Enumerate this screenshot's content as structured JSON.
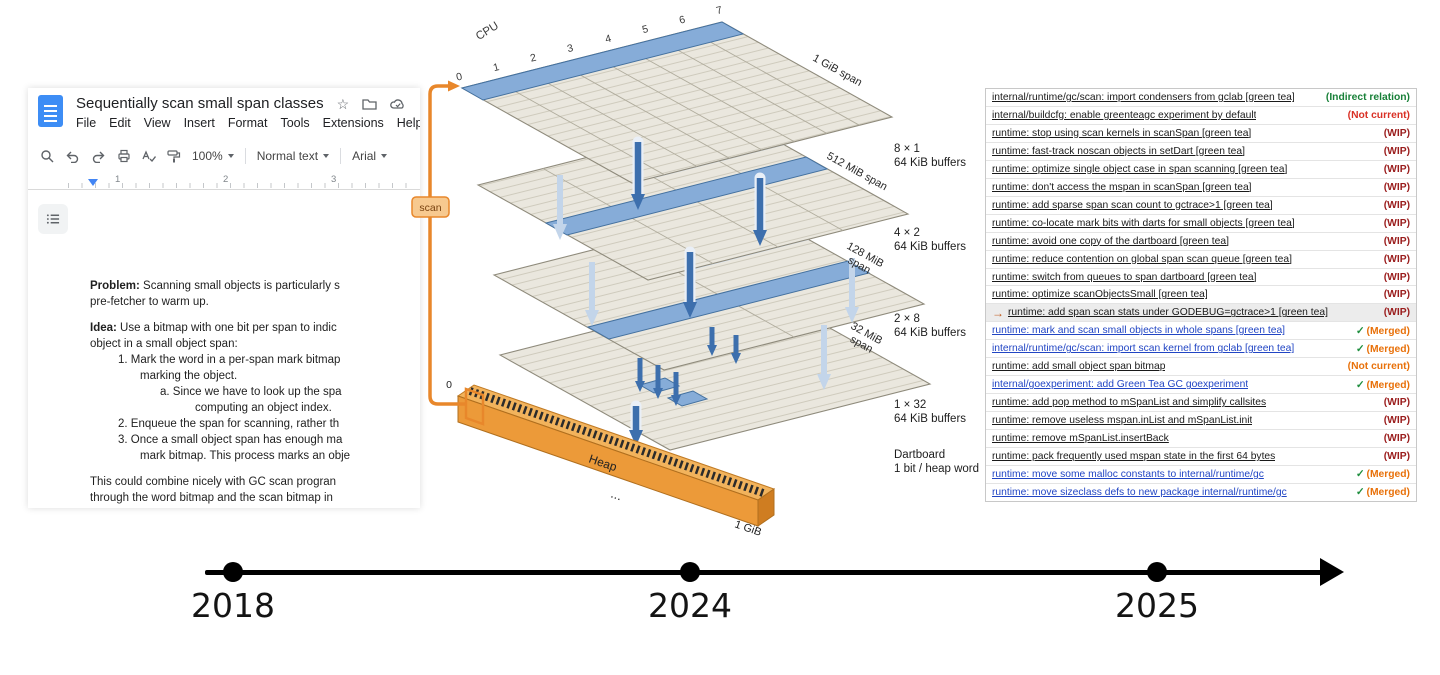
{
  "docs": {
    "doc_title": "Sequentially scan small span classes",
    "icons": {
      "star": "☆"
    },
    "menu": [
      "File",
      "Edit",
      "View",
      "Insert",
      "Format",
      "Tools",
      "Extensions",
      "Help"
    ],
    "toolbar": {
      "zoom": "100%",
      "style": "Normal text",
      "font": "Arial"
    },
    "ruler": [
      "1",
      "2",
      "3"
    ],
    "body": [
      {
        "b": "Problem:",
        "t": " Scanning small objects is particularly s",
        "i": 0
      },
      {
        "t": "pre-fetcher to warm up.",
        "i": 0
      },
      {
        "t": "",
        "i": 0
      },
      {
        "b": "Idea:",
        "t": " Use a bitmap with one bit per span to indic",
        "i": 0
      },
      {
        "t": "object in a small object span:",
        "i": 0
      },
      {
        "t": "1. Mark the word in a per-span mark bitmap",
        "i": 28
      },
      {
        "t": "marking the object.",
        "i": 50
      },
      {
        "t": "a. Since we have to look up the spa",
        "i": 70
      },
      {
        "t": "computing an object index.",
        "i": 105
      },
      {
        "t": "2. Enqueue the span for scanning, rather th",
        "i": 28
      },
      {
        "t": "3. Once a small object span has enough ma",
        "i": 28
      },
      {
        "t": "mark bitmap. This process marks an obje",
        "i": 50
      },
      {
        "t": "",
        "i": 0
      },
      {
        "t": "This could combine nicely with GC scan progran",
        "i": 0
      },
      {
        "t": "through the word bitmap and the scan bitmap in",
        "i": 0
      }
    ]
  },
  "diagram": {
    "cpu_label": "CPU",
    "cpu_numbers": [
      "0",
      "1",
      "2",
      "3",
      "4",
      "5",
      "6",
      "7"
    ],
    "planes": [
      {
        "span": "1 GiB span",
        "buf": "8 × 1",
        "buf2": "64 KiB buffers"
      },
      {
        "span": "512 MiB span",
        "buf": "4 × 2",
        "buf2": "64 KiB buffers"
      },
      {
        "span": "128 MiB",
        "span2": "span",
        "buf": "2 × 8",
        "buf2": "64 KiB buffers"
      },
      {
        "span": "32 MiB",
        "span2": "span",
        "buf": "1 × 32",
        "buf2": "64 KiB buffers"
      }
    ],
    "scan_label": "scan",
    "heap_label": "Heap",
    "heap_start_label": "0",
    "heap_end_label": "1 GiB",
    "ellipsis": "...",
    "dartboard_label": "Dartboard",
    "dartboard_sub": "1 bit / heap word",
    "colors": {
      "orange": "#e8872b",
      "blue": "#3d6fad",
      "light_blue": "#c3d5ea",
      "plane": "#eae7de"
    }
  },
  "commits": {
    "check": "✓",
    "arrow_glyph": "→",
    "rows": [
      {
        "title": "internal/runtime/gc/scan: import condensers from gclab [green tea]",
        "status": "(Indirect relation)",
        "type": "indirect"
      },
      {
        "title": "internal/buildcfg: enable greenteagc experiment by default",
        "status": "(Not current)",
        "type": "notcurrent"
      },
      {
        "title": "runtime: stop using scan kernels in scanSpan [green tea]",
        "status": "(WIP)",
        "type": "wip"
      },
      {
        "title": "runtime: fast-track noscan objects in setDart [green tea]",
        "status": "(WIP)",
        "type": "wip"
      },
      {
        "title": "runtime: optimize single object case in span scanning [green tea]",
        "status": "(WIP)",
        "type": "wip"
      },
      {
        "title": "runtime: don't access the mspan in scanSpan [green tea]",
        "status": "(WIP)",
        "type": "wip"
      },
      {
        "title": "runtime: add sparse span scan count to gctrace>1 [green tea]",
        "status": "(WIP)",
        "type": "wip"
      },
      {
        "title": "runtime: co-locate mark bits with darts for small objects [green tea]",
        "status": "(WIP)",
        "type": "wip"
      },
      {
        "title": "runtime: avoid one copy of the dartboard [green tea]",
        "status": "(WIP)",
        "type": "wip"
      },
      {
        "title": "runtime: reduce contention on global span scan queue [green tea]",
        "status": "(WIP)",
        "type": "wip"
      },
      {
        "title": "runtime: switch from queues to span dartboard [green tea]",
        "status": "(WIP)",
        "type": "wip"
      },
      {
        "title": "runtime: optimize scanObjectsSmall [green tea]",
        "status": "(WIP)",
        "type": "wip"
      },
      {
        "title": "runtime: add span scan stats under GODEBUG=gctrace>1 [green tea]",
        "status": "(WIP)",
        "type": "wip",
        "arrow": true,
        "highlight": true
      },
      {
        "title": "runtime: mark and scan small objects in whole spans [green tea]",
        "status": "(Merged)",
        "type": "merged",
        "blue": true
      },
      {
        "title": "internal/runtime/gc/scan: import scan kernel from gclab [green tea]",
        "status": "(Merged)",
        "type": "merged",
        "blue": true
      },
      {
        "title": "runtime: add small object span bitmap",
        "status": "(Not current)",
        "type": "notcurrent2"
      },
      {
        "title": "internal/goexperiment: add Green Tea GC goexperiment",
        "status": "(Merged)",
        "type": "merged",
        "blue": true
      },
      {
        "title": "runtime: add pop method to mSpanList and simplify callsites",
        "status": "(WIP)",
        "type": "wip"
      },
      {
        "title": "runtime: remove useless mspan.inList and mSpanList.init",
        "status": "(WIP)",
        "type": "wip"
      },
      {
        "title": "runtime: remove mSpanList.insertBack",
        "status": "(WIP)",
        "type": "wip"
      },
      {
        "title": "runtime: pack frequently used mspan state in the first 64 bytes",
        "status": "(WIP)",
        "type": "wip"
      },
      {
        "title": "runtime: move some malloc constants to internal/runtime/gc",
        "status": "(Merged)",
        "type": "merged",
        "blue": true
      },
      {
        "title": "runtime: move sizeclass defs to new package internal/runtime/gc",
        "status": "(Merged)",
        "type": "merged",
        "blue": true
      }
    ]
  },
  "timeline": {
    "years": [
      "2018",
      "2024",
      "2025"
    ]
  }
}
